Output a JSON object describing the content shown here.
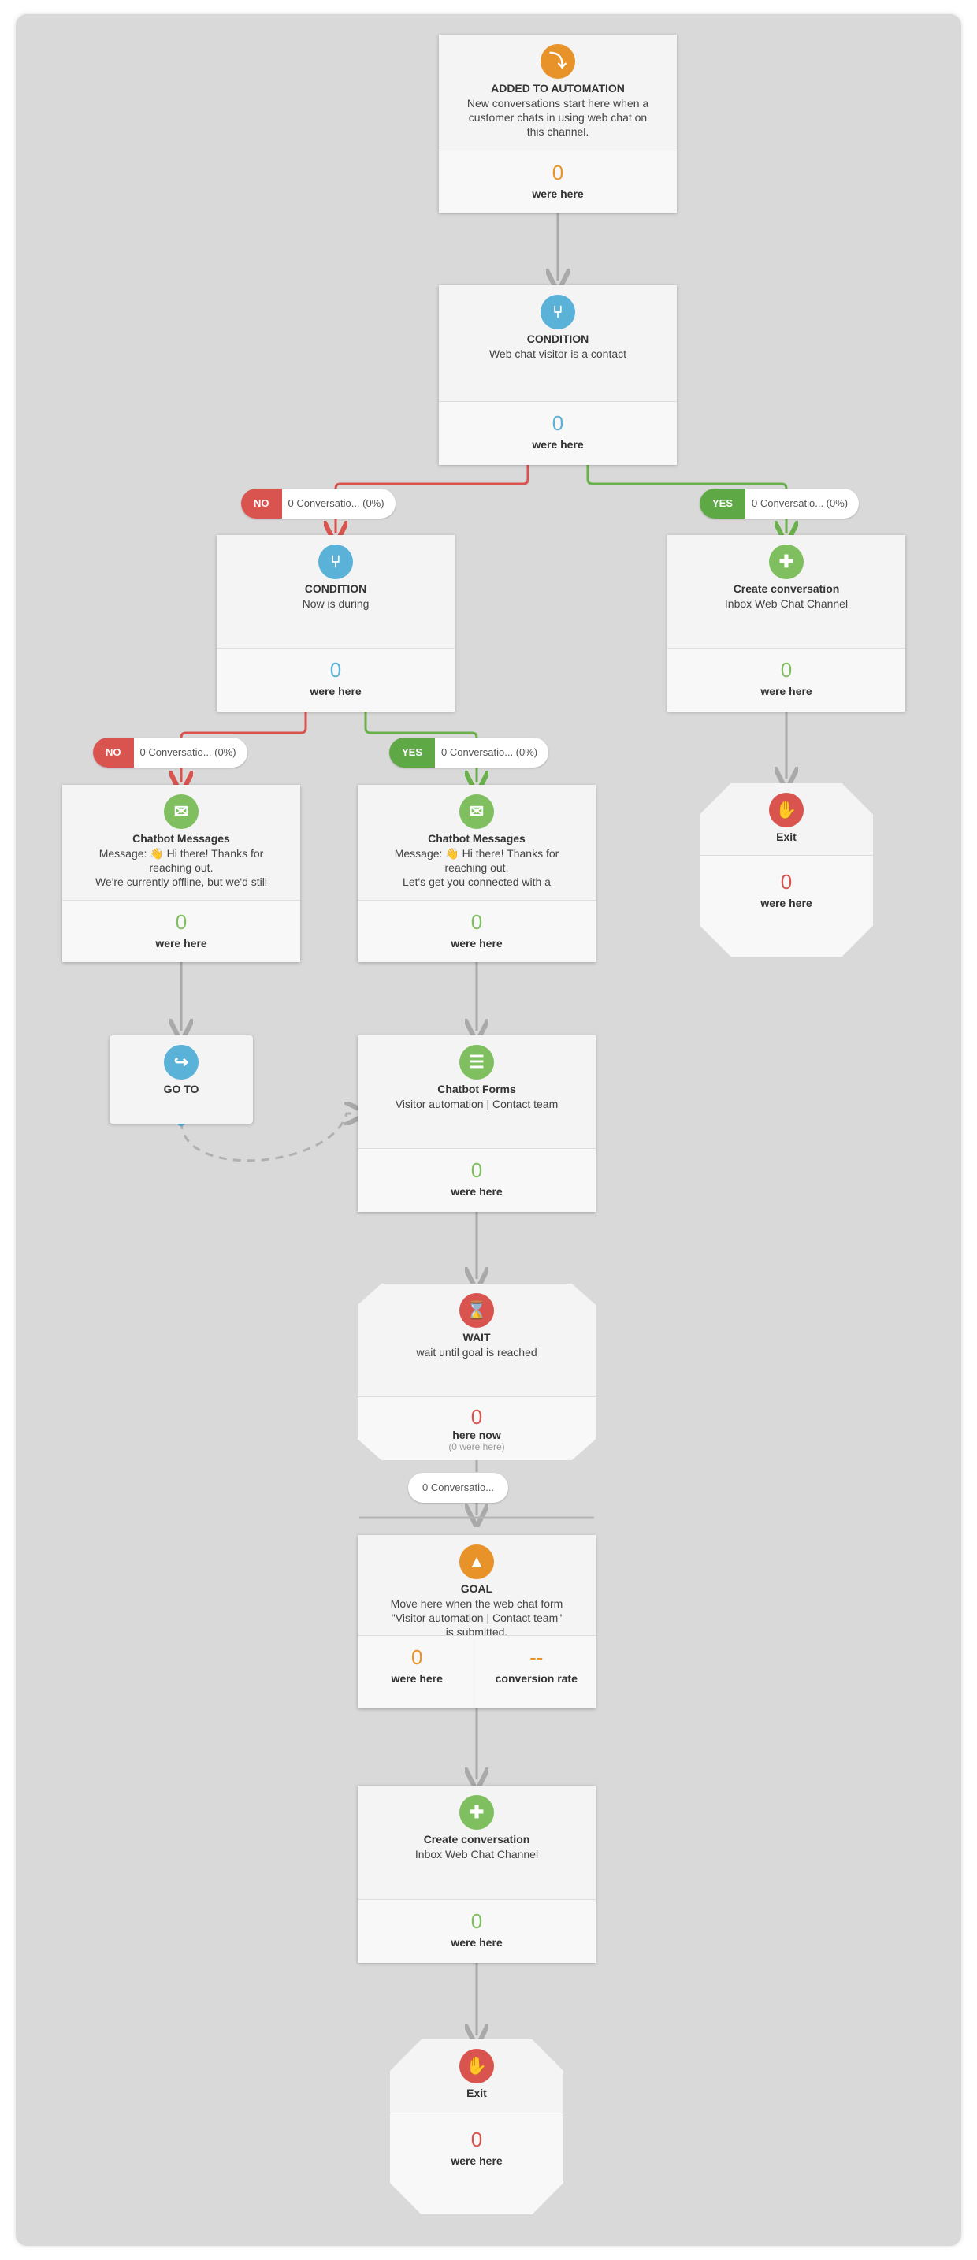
{
  "colors": {
    "orange": "#e8922a",
    "blue": "#5ab2d8",
    "green": "#7fbf5f",
    "red": "#d9534f",
    "no_tag": "#d9534f",
    "yes_tag": "#5fa846"
  },
  "icons": {
    "start": "arrow-down-circle-icon",
    "condition": "branch-icon",
    "create": "chat-plus-icon",
    "chatbot": "chat-message-icon",
    "goto": "redo-arrow-icon",
    "forms": "form-icon",
    "wait": "hourglass-icon",
    "goal": "mountain-flag-icon",
    "exit": "hand-icon"
  },
  "nodes": {
    "start": {
      "title": "ADDED TO AUTOMATION",
      "desc": [
        "New conversations start here when a",
        "customer chats in using web chat on",
        "this channel."
      ],
      "count": "0",
      "label": "were here"
    },
    "cond1": {
      "title": "CONDITION",
      "desc": [
        "Web chat visitor is a contact"
      ],
      "count": "0",
      "label": "were here"
    },
    "cond2": {
      "title": "CONDITION",
      "desc": [
        "Now is during"
      ],
      "count": "0",
      "label": "were here"
    },
    "create1": {
      "title": "Create conversation",
      "desc": [
        "Inbox Web Chat Channel"
      ],
      "count": "0",
      "label": "were here"
    },
    "exit1": {
      "title": "Exit",
      "count": "0",
      "label": "were here"
    },
    "chat_no": {
      "title": "Chatbot Messages",
      "desc": [
        "Message: 👋 Hi there! Thanks for",
        "reaching out.",
        "We're currently offline, but we'd still"
      ],
      "count": "0",
      "label": "were here"
    },
    "chat_yes": {
      "title": "Chatbot Messages",
      "desc": [
        "Message: 👋 Hi there! Thanks for",
        "reaching out.",
        "Let's get you connected with a"
      ],
      "count": "0",
      "label": "were here"
    },
    "goto": {
      "title": "GO TO"
    },
    "forms": {
      "title": "Chatbot Forms",
      "desc": [
        "Visitor automation  |  Contact team"
      ],
      "count": "0",
      "label": "were here"
    },
    "wait": {
      "title": "WAIT",
      "desc": [
        "wait until goal is reached"
      ],
      "count": "0",
      "label": "here now",
      "sub": "(0 were here)"
    },
    "goal": {
      "title": "GOAL",
      "desc": [
        "Move here when the web chat form",
        "\"Visitor automation  |  Contact team\"",
        "is submitted."
      ],
      "count": "0",
      "label": "were here",
      "rate": "--",
      "rate_label": "conversion rate"
    },
    "create2": {
      "title": "Create conversation",
      "desc": [
        "Inbox Web Chat Channel"
      ],
      "count": "0",
      "label": "were here"
    },
    "exit2": {
      "title": "Exit",
      "count": "0",
      "label": "were here"
    }
  },
  "pills": {
    "p1": {
      "tag": "NO",
      "text": "0 Conversatio... (0%)"
    },
    "p2": {
      "tag": "YES",
      "text": "0 Conversatio... (0%)"
    },
    "p3": {
      "tag": "NO",
      "text": "0 Conversatio... (0%)"
    },
    "p4": {
      "tag": "YES",
      "text": "0 Conversatio... (0%)"
    },
    "p5": {
      "text": "0 Conversatio..."
    }
  }
}
